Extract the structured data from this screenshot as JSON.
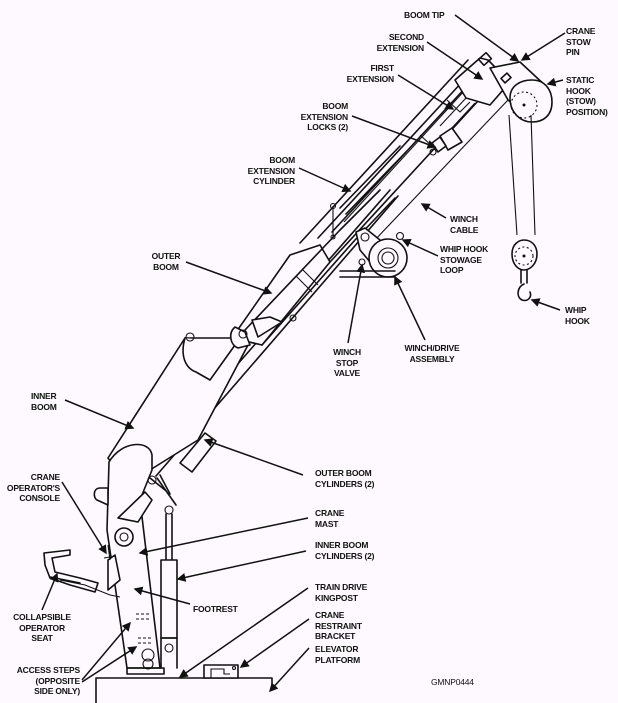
{
  "figure": {
    "id_code": "GMNP0444",
    "ink_color": "#111111",
    "paper_color": "#fdf9fe"
  },
  "labels": {
    "boom_tip": "BOOM TIP",
    "crane_stow_pin": "CRANE\nSTOW\nPIN",
    "second_extension": "SECOND\nEXTENSION",
    "static_hook": "STATIC\nHOOK\n(STOW)\nPOSITION)",
    "first_extension": "FIRST\nEXTENSION",
    "boom_extension_locks": "BOOM\nEXTENSION\nLOCKS (2)",
    "boom_extension_cylinder": "BOOM\nEXTENSION\nCYLINDER",
    "winch_cable": "WINCH\nCABLE",
    "whip_hook_stowage_loop": "WHIP HOOK\nSTOWAGE\nLOOP",
    "outer_boom": "OUTER\nBOOM",
    "whip_hook": "WHIP\nHOOK",
    "winch_stop_valve": "WINCH\nSTOP\nVALVE",
    "winch_drive_assembly": "WINCH/DRIVE\nASSEMBLY",
    "inner_boom": "INNER\nBOOM",
    "outer_boom_cylinders": "OUTER BOOM\nCYLINDERS (2)",
    "crane_operators_console": "CRANE\nOPERATOR'S\nCONSOLE",
    "crane_mast": "CRANE\nMAST",
    "inner_boom_cylinders": "INNER BOOM\nCYLINDERS (2)",
    "footrest": "FOOTREST",
    "collapsible_operator_seat": "COLLAPSIBLE\nOPERATOR\nSEAT",
    "train_drive_kingpost": "TRAIN DRIVE\nKINGPOST",
    "crane_restraint_bracket": "CRANE\nRESTRAINT\nBRACKET",
    "access_steps": "ACCESS STEPS\n(OPPOSITE\nSIDE ONLY)",
    "elevator_platform": "ELEVATOR\nPLATFORM"
  }
}
